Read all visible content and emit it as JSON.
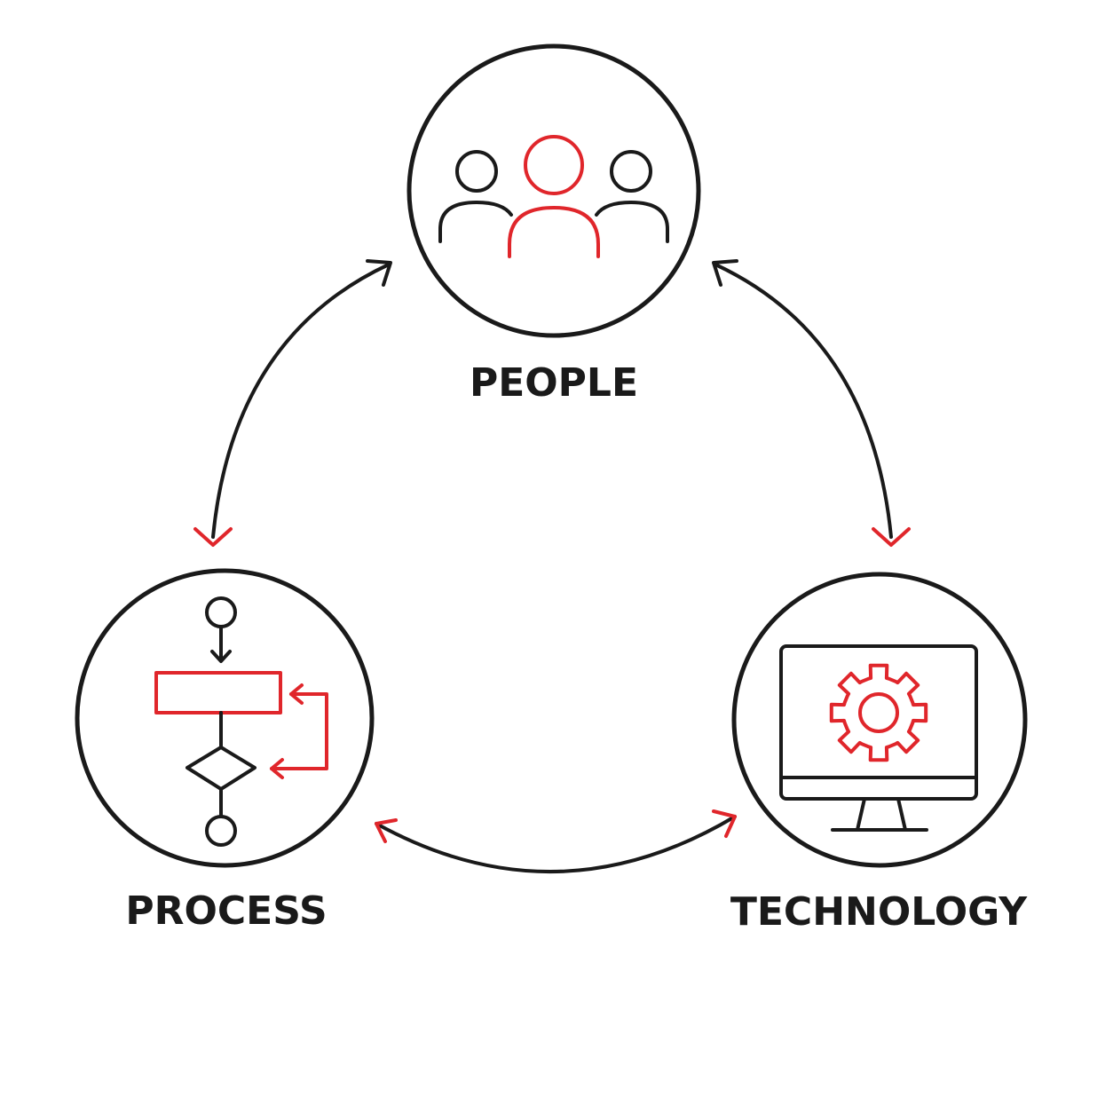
{
  "colors": {
    "ink": "#1a1a1a",
    "accent": "#e0262b",
    "background": "#ffffff"
  },
  "nodes": {
    "people": {
      "label": "PEOPLE",
      "icon": "group-of-people-icon"
    },
    "process": {
      "label": "PROCESS",
      "icon": "flowchart-icon"
    },
    "technology": {
      "label": "TECHNOLOGY",
      "icon": "monitor-gear-icon"
    }
  },
  "connections": [
    {
      "from": "PEOPLE",
      "to": "PROCESS",
      "direction": "bidirectional"
    },
    {
      "from": "PEOPLE",
      "to": "TECHNOLOGY",
      "direction": "bidirectional"
    },
    {
      "from": "PROCESS",
      "to": "TECHNOLOGY",
      "direction": "bidirectional"
    }
  ]
}
